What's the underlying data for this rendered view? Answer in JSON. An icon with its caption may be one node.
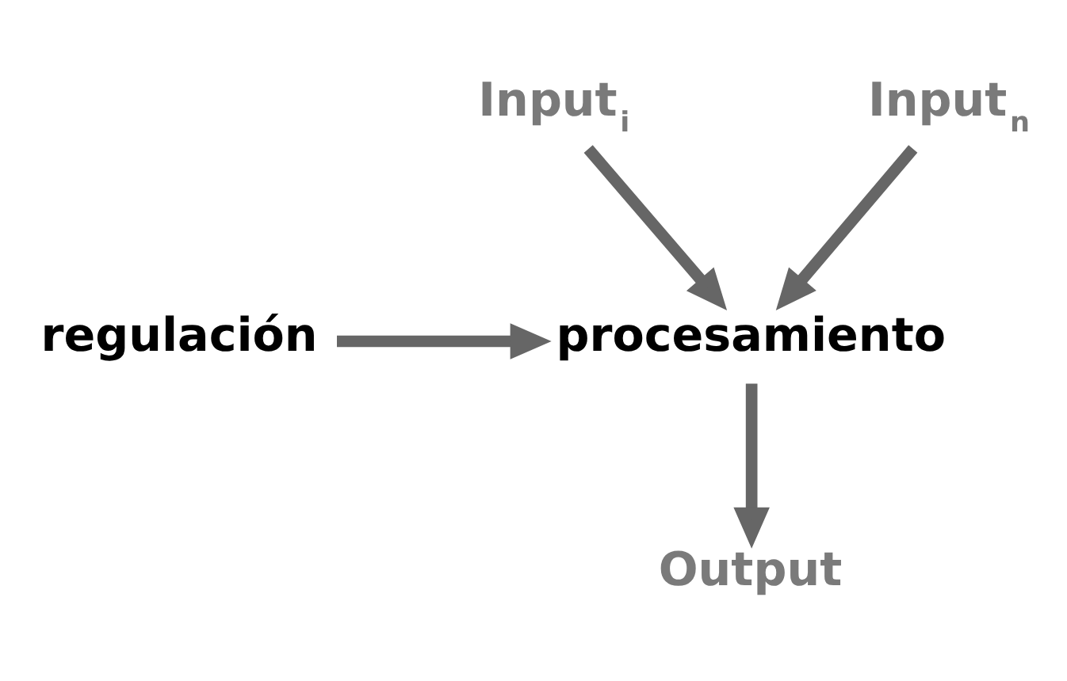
{
  "diagram": {
    "nodes": [
      {
        "text": [
          "Input$_{i}$"
        ]
      },
      {
        "text": [
          "Input$_{n}$"
        ]
      },
      {
        "text": [
          "regulación"
        ]
      },
      {
        "text": [
          "procesamiento"
        ]
      },
      {
        "text": [
          "Output"
        ]
      }
    ],
    "edges": [
      {
        "from": 0,
        "to": 3,
        "arrow": "to"
      },
      {
        "from": 1,
        "to": 3,
        "arrow": "to"
      },
      {
        "from": 2,
        "to": 3,
        "arrow": "to"
      },
      {
        "from": 3,
        "to": 4,
        "arrow": "to"
      }
    ]
  }
}
